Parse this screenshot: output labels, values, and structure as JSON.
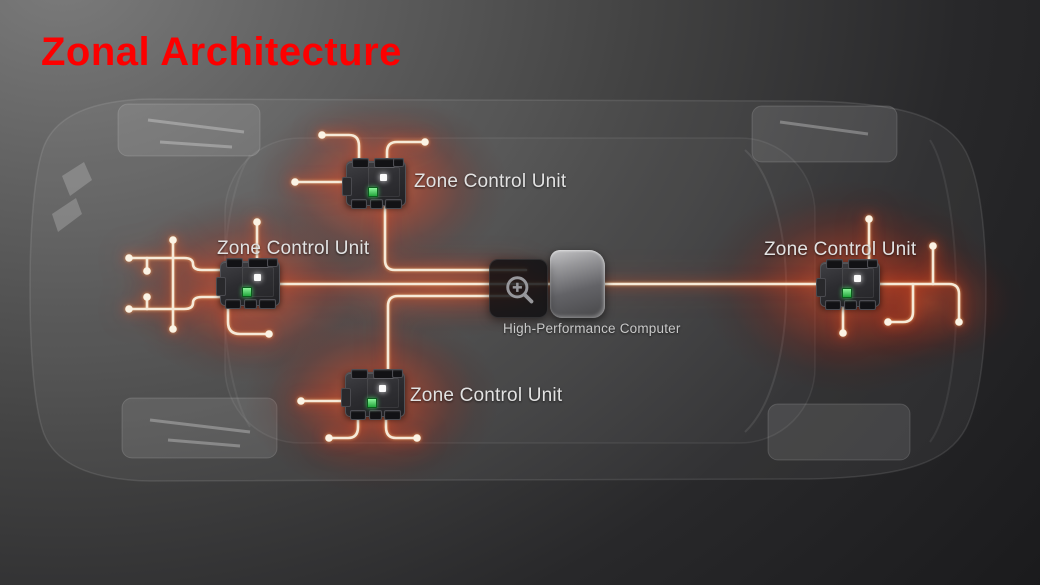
{
  "title": "Zonal Architecture",
  "labels": {
    "zcu_top": "Zone Control Unit",
    "zcu_left": "Zone Control Unit",
    "zcu_bottom": "Zone Control Unit",
    "zcu_right": "Zone Control Unit",
    "hpc": "High-Performance Computer"
  },
  "icons": {
    "hpc_button": "zoom-in-icon",
    "zcu_status": [
      "white-led-icon",
      "green-led-icon"
    ]
  },
  "colors": {
    "title_red": "#fc0000",
    "wire_cream": "#f6ead8",
    "glow_red": "#c63a1e",
    "label_gray": "#e2e2e2"
  }
}
